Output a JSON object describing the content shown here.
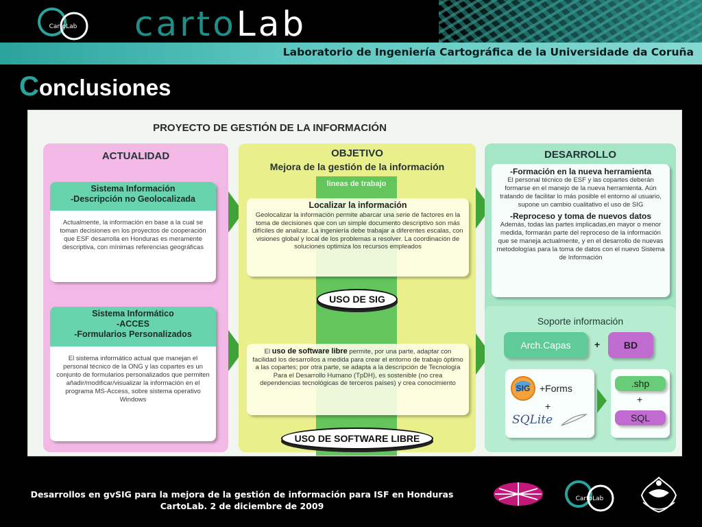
{
  "header": {
    "logo_text": "CartoLab",
    "brand_part1": "carto",
    "brand_part2": "Lab",
    "lab_name": "Laboratorio de Ingeniería Cartográfica de la Universidade da Coruña"
  },
  "page": {
    "title_initial": "C",
    "title_rest": "onclusiones"
  },
  "diagram": {
    "title": "PROYECTO DE GESTIÓN DE LA INFORMACIÓN",
    "actualidad": {
      "heading": "ACTUALIDAD",
      "box1_title_1": "Sistema Información",
      "box1_title_2": "-Descripción no Geolocalizada",
      "box1_text": "Actualmente, la información en base a la cual se toman decisiones en los proyectos de cooperación que ESF desarrolla en Honduras es meramente descriptiva, con mínimas referencias geográficas",
      "box2_title_1": "Sistema Informático",
      "box2_title_2": "-ACCES",
      "box2_title_3": "-Formularios Personalizados",
      "box2_text": "El sistema informático actual que manejan el personal técnico de la ONG y las copartes es un conjunto de formularios personalizados que permiten añadir/modificar/visualizar la información en el programa MS-Access, sobre sistema operativo Windows"
    },
    "objetivo": {
      "heading": "OBJETIVO",
      "subheading": "Mejora de la gestión de la información",
      "lineas": "lineas de trabajo",
      "box1_title": "Localizar la información",
      "box1_text": "Geolocalizar la información permite abarcar una serie de factores en la toma de decisiones que con un simple documento descriptivo son más difíciles de analizar. La ingeniería debe trabajar a diferentes escalas, con visiones global y local de los problemas a resolver. La coordinación de soluciones optimiza los recursos empleados",
      "oval1": "USO DE SIG",
      "box2_lead": "El",
      "box2_bold": "uso de software libre",
      "box2_text": "permite, por una parte, adaptar con facilidad los desarrollos a medida para crear el entorno de trabajo óptimo a las copartes; por otra parte, se adapta a la descripción de Tecnología Para el Desarrollo Humano (TpDH), es sostenible (no crea dependencias tecnológicas de terceros países) y crea conocimiento",
      "oval2": "USO DE SOFTWARE LIBRE"
    },
    "desarrollo": {
      "heading": "DESARROLLO",
      "item1_title": "-Formación en la nueva herramienta",
      "item1_text": "El personal técnico de ESF y las copartes deberán formarse en el manejo de la nueva herramienta. Aún tratando de facilitar lo más posible el entorno al usuario, supone un cambio cualitativo el uso de SIG",
      "item2_title": "-Reproceso y toma de nuevos datos",
      "item2_text": "Además, todas las partes implicadas,en mayor o menor medida, formarán parte del reproceso de la información que se maneja actualmente, y en el desarrollo de nuevas metodologías para la toma de datos con el nuevo Sistema de Información"
    },
    "soporte": {
      "heading": "Soporte información",
      "arch": "Arch.Capas",
      "plus1": "+",
      "bd": "BD",
      "sig_label": "SIG",
      "forms": "+Forms",
      "plus2": "+",
      "sqlite": "SQLite",
      "shp": ".shp",
      "plus3": "+",
      "sql": "SQL"
    }
  },
  "footer": {
    "line1": "Desarrollos en gvSIG para la mejora de la gestión de información para ISF en Honduras",
    "line2": "CartoLab. 2 de diciembre de 2009",
    "logo_text": "CartoLab"
  },
  "colors": {
    "teal": "#2aa39c",
    "pink": "#f3b9e6",
    "lime": "#e9f08b",
    "mint": "#a4e6c6",
    "green_arrow": "#3fa33a"
  }
}
